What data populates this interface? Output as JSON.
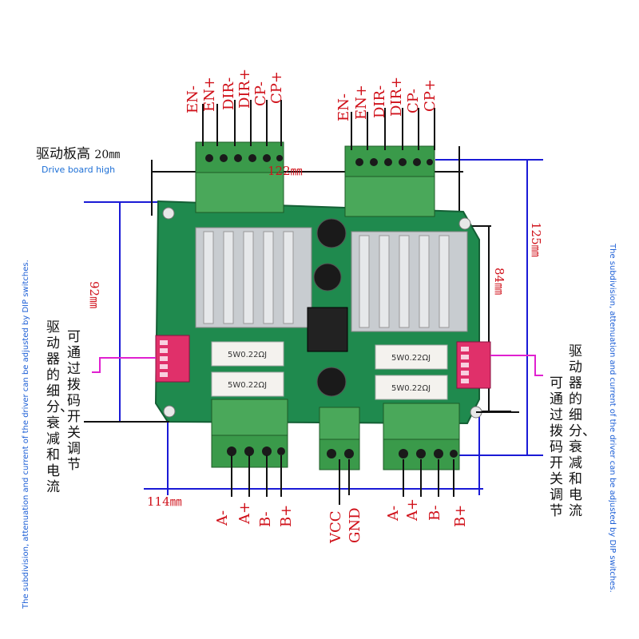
{
  "input_pins_left": [
    "EN-",
    "EN+",
    "DIR-",
    "DIR+",
    "CP-",
    "CP+"
  ],
  "input_pins_right": [
    "EN-",
    "EN+",
    "DIR-",
    "DIR+",
    "CP-",
    "CP+"
  ],
  "output_pins_left": [
    "A-",
    "A+",
    "B-",
    "B+"
  ],
  "power_pins": [
    "VCC",
    "GND"
  ],
  "output_pins_right": [
    "A-",
    "A+",
    "B-",
    "B+"
  ],
  "height_label_cn": "驱动板高",
  "height_value": "20㎜",
  "height_label_en": "Drive board high",
  "dim_width_top": "122㎜",
  "dim_height_left": "92㎜",
  "dim_inner_right": "84㎜",
  "dim_height_right": "125㎜",
  "dim_width_bottom": "114㎜",
  "left_note_a": "驱动器的细分、衰减和电流",
  "left_note_b": "可通过拨码开关调节",
  "right_note_a": "驱动器的细分、衰减和电流",
  "right_note_b": "可通过拨码开关调节",
  "side_note_en": "The subdivision, attenuation and current of the driver can be adjusted by DIP switches.",
  "resistor_text": "5W0.22ΩJ",
  "colors": {
    "pcb": "#1f8a4e",
    "terminal": "#3a9a4a",
    "heatsink": "#c8ccd0",
    "dimension_line": "#1a1ad6",
    "pin_text": "#d0121b",
    "magenta_marker": "#e020d0"
  }
}
